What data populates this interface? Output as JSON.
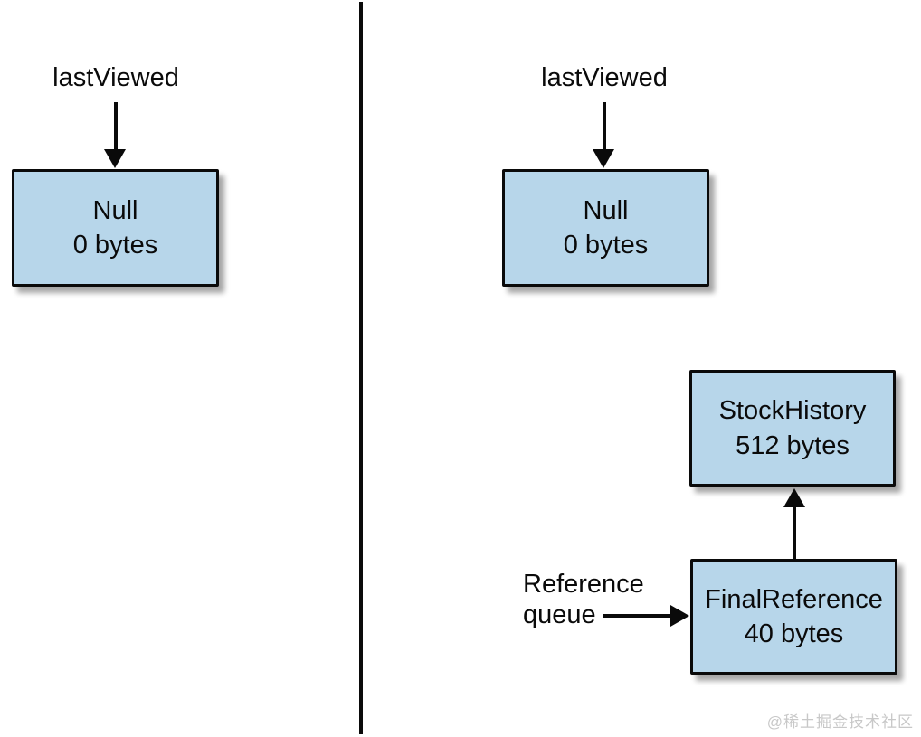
{
  "left_panel": {
    "pointer_label": "lastViewed",
    "null_box": {
      "title": "Null",
      "size": "0 bytes"
    }
  },
  "right_panel": {
    "pointer_label": "lastViewed",
    "null_box": {
      "title": "Null",
      "size": "0 bytes"
    },
    "stock_history_box": {
      "title": "StockHistory",
      "size": "512 bytes"
    },
    "final_reference_box": {
      "title": "FinalReference",
      "size": "40 bytes"
    },
    "reference_queue_label": "Reference\nqueue"
  },
  "watermark": "@稀土掘金技术社区",
  "colors": {
    "background": "#ffffff",
    "box_fill": "#b7d6ea",
    "box_border": "#0a0a0a",
    "arrow": "#0a0a0a",
    "divider": "#0a0a0a",
    "watermark_text": "#c8c8c8"
  }
}
